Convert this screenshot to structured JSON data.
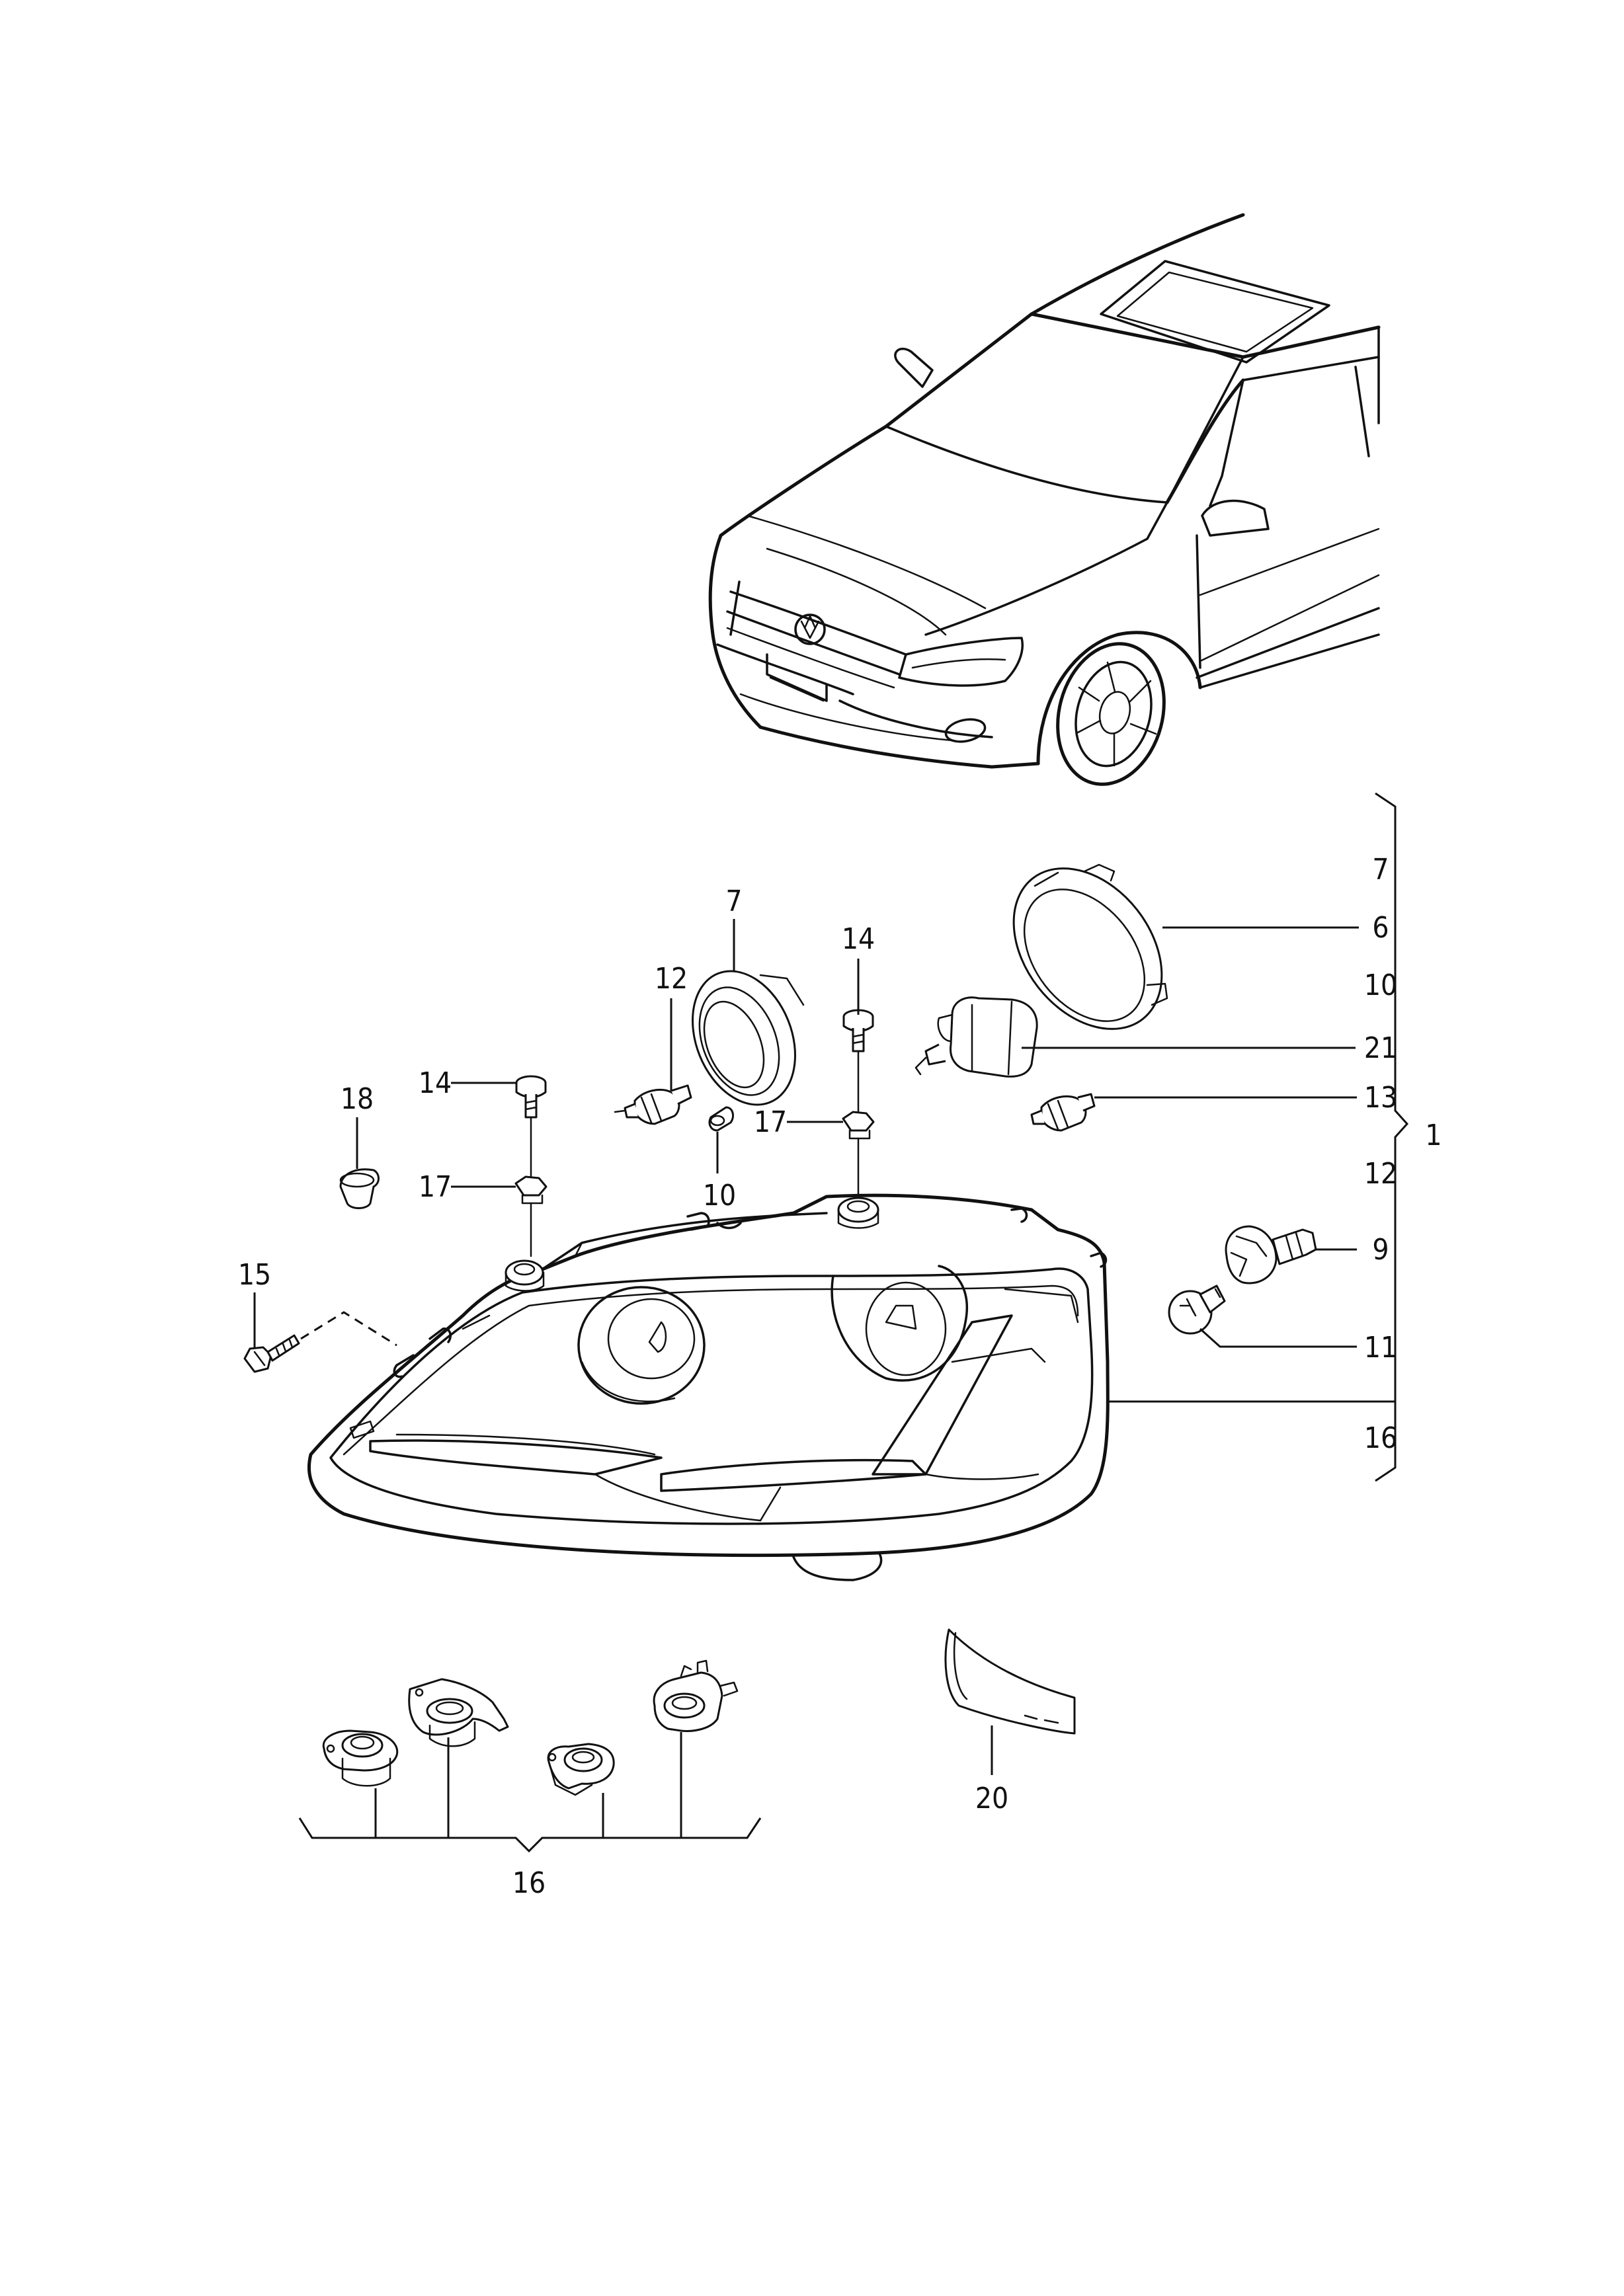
{
  "diagram": {
    "type": "exploded parts diagram",
    "callouts": {
      "assembly_1": "1",
      "gasket_6": "6",
      "cap_7_right": "7",
      "cap_7_left": "7",
      "bulb_holder_9": "9",
      "lamp_10_right": "10",
      "lamp_10_left": "10",
      "bulb_11": "11",
      "bulb_12_right": "12",
      "bulb_12_left": "12",
      "bulb_13": "13",
      "screw_14_left": "14",
      "screw_14_mid": "14",
      "screw_15": "15",
      "repair_kit_16_right": "16",
      "repair_kit_16_bottom": "16",
      "clip_17_left": "17",
      "clip_17_mid": "17",
      "plug_18": "18",
      "lens_20": "20",
      "motor_21": "21"
    }
  }
}
